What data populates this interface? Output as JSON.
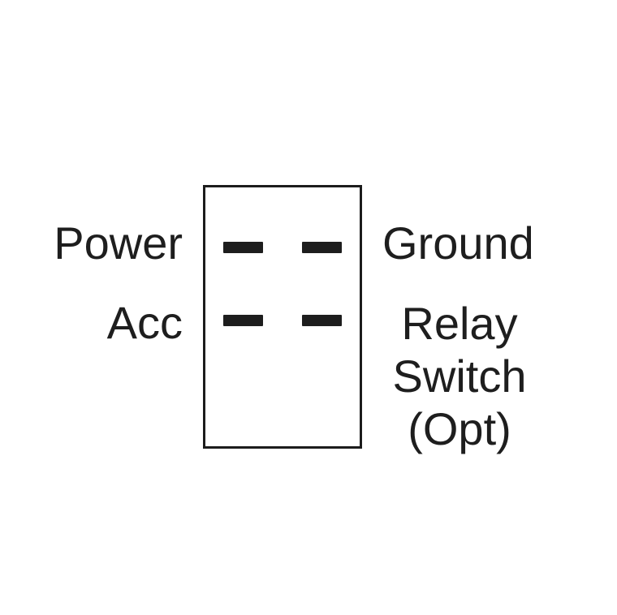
{
  "diagram": {
    "type": "rocker-switch-wiring-diagram",
    "labels": {
      "power": "Power",
      "acc": "Acc",
      "ground": "Ground",
      "relay_switch_lines": [
        "Relay",
        "Switch",
        "(Opt)"
      ]
    },
    "terminals": [
      {
        "position": "top-left",
        "label": "Power"
      },
      {
        "position": "top-right",
        "label": "Ground"
      },
      {
        "position": "bottom-left",
        "label": "Acc"
      },
      {
        "position": "bottom-right",
        "label": "Relay Switch (Opt)"
      }
    ],
    "colors": {
      "background": "#ffffff",
      "outline": "#1c1c1c",
      "terminal": "#1d1d1d",
      "text": "#1e1e1e"
    }
  }
}
